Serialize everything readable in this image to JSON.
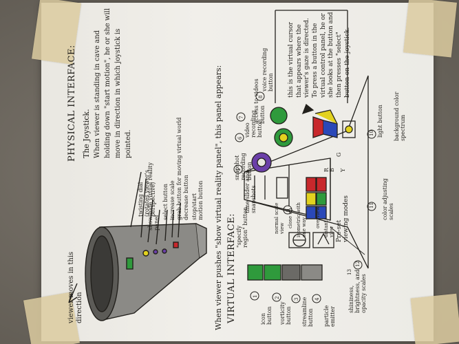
{
  "physical": {
    "heading": "PHYSICAL INTERFACE:",
    "joystick_title": "The Joystick.",
    "description": "When viewer is standing in cave and holding down \"start motion\", he or she will move in direction in which joystick is pointed.",
    "motion_note": "viewer moves in this direction",
    "labels": [
      "twisting dial (rotates viewer's perspective)",
      "show/hide virtual reality panel",
      "select button",
      "increase scale",
      "grab button for moving virtual world",
      "decrease button",
      "stop/start motion button"
    ]
  },
  "virtual": {
    "intro": "When viewer pushes \"show virtual reality panel\", this panel appears:",
    "heading": "VIRTUAL INTERFACE:",
    "cursor_note": "this is the virtual cursor that appears where the viewer's gaze is directed. To press a button in the virtual control panel, he or she looks at the button and then presses \"select\" button on the joystick.",
    "labels": {
      "voice_recording": "voice recording button",
      "access_videos": "access to videos button",
      "video_recording": "video recording button",
      "snapshot": "snapshot recording button",
      "time_slider": "time slider and snapshots",
      "specify_region": "\"specify region\" button",
      "light": "light button",
      "background": "background color spectrum",
      "color_scales": "color adjusting scales",
      "preset_modes": "Pre-set viewing modes",
      "normal_scale": "normal scale view",
      "close_up": "close up",
      "isometric": "isometric with one way",
      "overview": "overview",
      "distant": "distant view",
      "shininess": "shininess, brightness, and opacity scales",
      "icon": "icon button",
      "vorticity": "vorticity button",
      "streamline": "streamline button",
      "particle": "particle emitter"
    },
    "number_marks": [
      "1",
      "2",
      "3",
      "4",
      "5",
      "6",
      "7",
      "8",
      "9",
      "10",
      "11",
      "12",
      "13"
    ],
    "axis_letters": [
      "G",
      "R",
      "B",
      "Y"
    ]
  },
  "colors": {
    "ink": "#22201c",
    "paper": "#eeece7",
    "tape": "#d9c99c",
    "yellow": "#e2d21f",
    "green": "#2f9a3c",
    "red": "#c8282c",
    "blue": "#2a48b8",
    "purple": "#6b3fa8"
  }
}
